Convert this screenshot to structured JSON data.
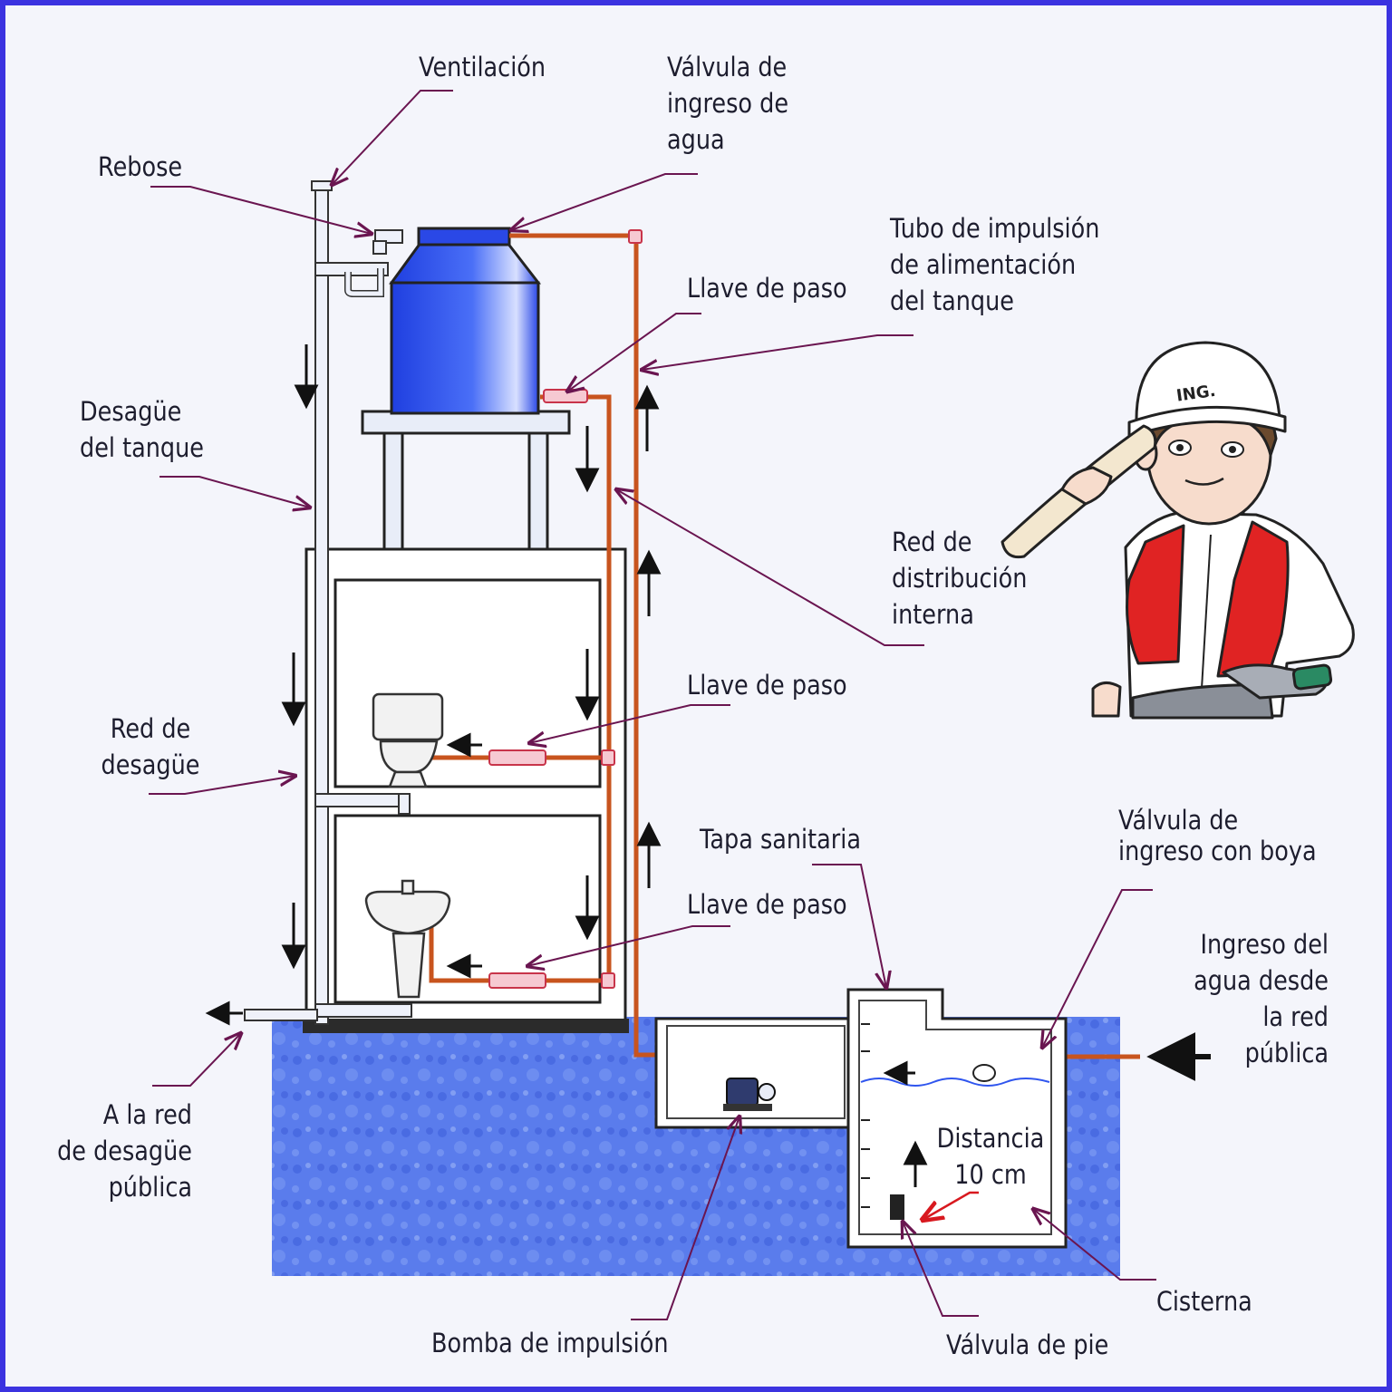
{
  "labels": {
    "ventilacion": "Ventilación",
    "valvula_ingreso_agua": "Válvula de\ningreso de\nagua",
    "rebose": "Rebose",
    "tubo_impulsion": "Tubo de impulsión\nde alimentación\ndel tanque",
    "llave_paso_1": "Llave de paso",
    "desague_tanque": "Desagüe\ndel tanque",
    "red_distribucion": "Red de\ndistribución\ninterna",
    "llave_paso_2": "Llave de paso",
    "red_desague": "Red de\ndesagüe",
    "tapa_sanitaria": "Tapa sanitaria",
    "valvula_boya": "Válvula de\ningreso con boya",
    "llave_paso_3": "Llave de paso",
    "ingreso_agua_red": "Ingreso del\nagua desde\nla red\npública",
    "red_desague_publica": "A la red\nde desagüe\npública",
    "distancia": "Distancia\n10 cm",
    "cisterna": "Cisterna",
    "bomba_impulsion": "Bomba de impulsión",
    "valvula_pie": "Válvula de pie",
    "helmet_text": "ING."
  },
  "colors": {
    "frame": "#3b33e0",
    "ground": "#4d6fe6",
    "pipe_water": "#c8541e",
    "pipe_drain": "#e9ecf5",
    "tank": "#2f55ee",
    "leader": "#6a1550",
    "vest": "#e02323"
  }
}
